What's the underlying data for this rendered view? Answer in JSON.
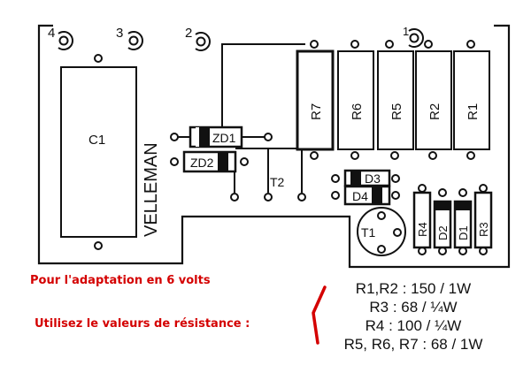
{
  "board": {
    "brand": "VELLEMAN",
    "terminals": [
      "1",
      "2",
      "3",
      "4"
    ],
    "components": {
      "capacitor": "C1",
      "zener1": "ZD1",
      "zener2": "ZD2",
      "transistor_t2": "T2",
      "transistor_t1": "T1",
      "diode3": "D3",
      "diode4": "D4",
      "diode1": "D1",
      "diode2": "D2",
      "resistors_large": [
        "R7",
        "R6",
        "R5",
        "R2",
        "R1"
      ],
      "resistor3": "R3",
      "resistor4": "R4"
    }
  },
  "notes": {
    "heading": "Pour l'adaptation en 6 volts",
    "instruction": "Utilisez le valeurs de résistance :",
    "accent_color": "#d40000",
    "values": [
      "R1,R2 : 150 / 1W",
      "R3 : 68 / ¼W",
      "R4 : 100 / ¼W",
      "R5, R6, R7 : 68 / 1W"
    ]
  }
}
